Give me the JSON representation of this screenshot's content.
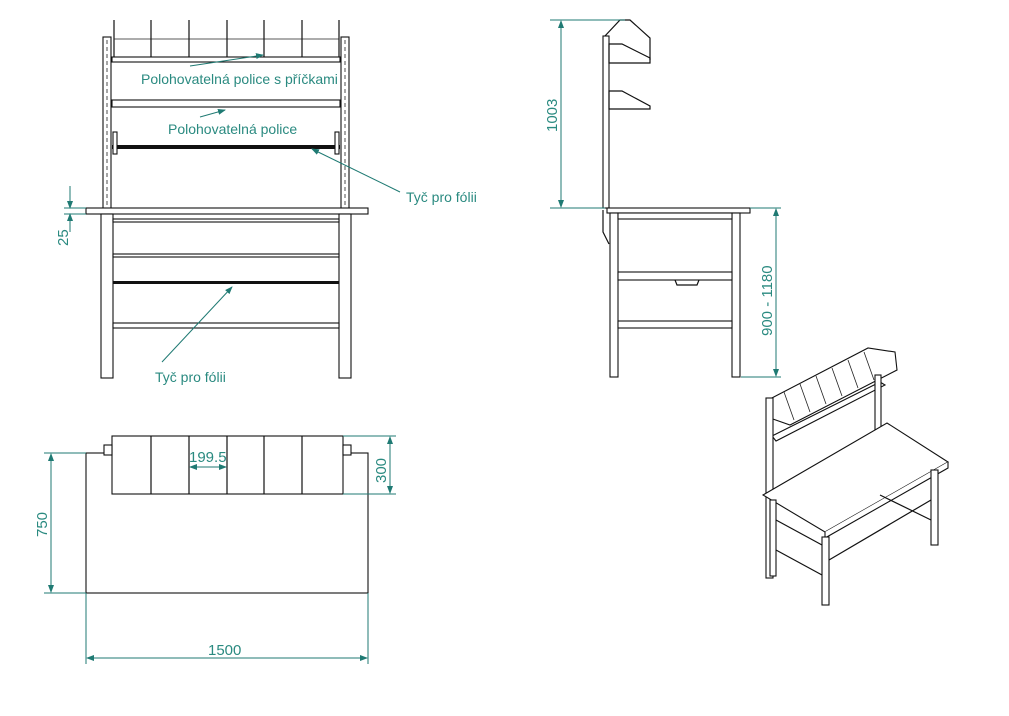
{
  "colors": {
    "annotation": "#2a8a80",
    "line": "#111111"
  },
  "front_view": {
    "labels": {
      "shelf_with_dividers": "Polohovatelná police s příčkami",
      "shelf": "Polohovatelná police",
      "foil_rod_upper": "Tyč pro fólii",
      "foil_rod_lower": "Tyč pro fólii"
    },
    "dimensions": {
      "offset": "25"
    }
  },
  "side_view": {
    "dimensions": {
      "superstructure_height": "1003",
      "table_height": "900 - 1180"
    }
  },
  "top_view": {
    "dimensions": {
      "depth": "750",
      "width": "1500",
      "bin_depth": "300",
      "bin_width": "199.5"
    }
  }
}
